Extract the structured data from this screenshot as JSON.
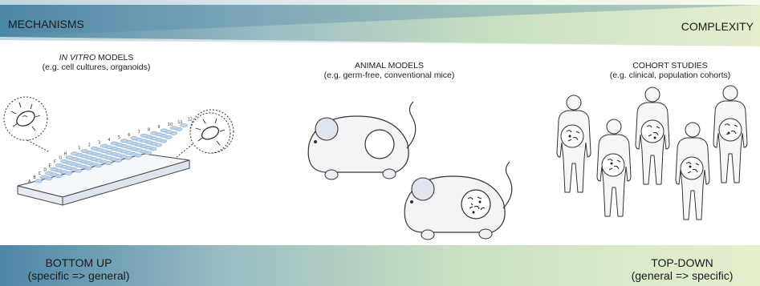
{
  "top_band": {
    "left_label": "MECHANISMS",
    "right_label": "COMPLEXITY"
  },
  "models": {
    "in_vitro": {
      "title_italic": "IN VITRO",
      "title_rest": " MODELS",
      "subtitle": "(e.g. cell cultures, organoids)"
    },
    "animal": {
      "title": "ANIMAL MODELS",
      "subtitle": "(e.g. germ-free, conventional mice)"
    },
    "cohort": {
      "title": "COHORT STUDIES",
      "subtitle": "(e.g. clinical, population cohorts)"
    }
  },
  "plate": {
    "column_numbers": [
      "1",
      "2",
      "3",
      "4",
      "5",
      "6",
      "7",
      "8",
      "9",
      "10",
      "11",
      "12"
    ],
    "row_letters": [
      "A",
      "B",
      "C",
      "D",
      "E",
      "F",
      "G",
      "H"
    ]
  },
  "bottom_band": {
    "left_line1": "BOTTOM UP",
    "left_line2": "(specific => general)",
    "right_line1": "TOP-DOWN",
    "right_line2": "(general => specific)"
  },
  "colors": {
    "band_dark": "#4d87a6",
    "band_light": "#e6f0cf",
    "well_fill": "#bcd3ec",
    "mouse_fill": "#f3f4f6",
    "mouse_ear": "#dfe5f0"
  }
}
